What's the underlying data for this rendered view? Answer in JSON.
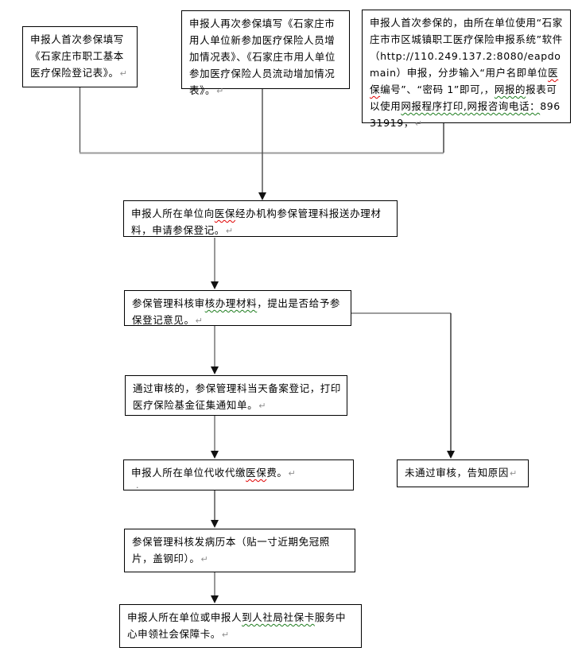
{
  "colors": {
    "background": "#ffffff",
    "box_border": "#000000",
    "connector_line": "#5a5a5a",
    "merge_line": "#9b9b9b",
    "arrowhead": "#111111",
    "spell_error_underline": "#e00000",
    "grammar_error_underline": "#1e7d1e",
    "paragraph_mark": "#8f8f8f"
  },
  "boxes": [
    {
      "name": "first-time-fill-form",
      "segments": [
        {
          "t": "申报人首次参保填写《石家庄市职工基本医疗保险登记表》。"
        },
        {
          "t": "↵",
          "cls": "pilcrow"
        }
      ]
    },
    {
      "name": "repeat-enrollment-forms",
      "segments": [
        {
          "t": "申报人再次参保填写《石家庄市用人单位新参加医疗保险人员增加情况表》、《石家庄市用人单位参加医疗保险人员流动增加情况表》。"
        },
        {
          "t": "↵",
          "cls": "pilcrow"
        }
      ]
    },
    {
      "name": "online-declaration-note",
      "segments": [
        {
          "t": "申报人首次参保的，由所在单位使用“石家庄市市区城镇职工医疗保险申报系统”软件（http://110.249.137.2:8080/eapdomain）申报，分步输入“用户名即单位"
        },
        {
          "t": "医保",
          "cls": "red"
        },
        {
          "t": "编号”、“密码 1”即可,，"
        },
        {
          "t": "网报的",
          "cls": "green"
        },
        {
          "t": "报表可以使用"
        },
        {
          "t": "网报程序打印,",
          "cls": "green"
        },
        {
          "t": "网报咨询电话：",
          "cls": "green"
        },
        {
          "t": "89631919，"
        },
        {
          "t": "↵",
          "cls": "pilcrow"
        }
      ]
    },
    {
      "name": "submit-materials",
      "segments": [
        {
          "t": "申报人所在单位向"
        },
        {
          "t": "医保",
          "cls": "red"
        },
        {
          "t": "经办机构参保管理科报送办理材料，申请参保登记。"
        },
        {
          "t": "↵",
          "cls": "pilcrow"
        }
      ]
    },
    {
      "name": "review-materials",
      "segments": [
        {
          "t": "参保管理科核审"
        },
        {
          "t": "核办理材料",
          "cls": "green"
        },
        {
          "t": "，提出是否给予参保登记意见。"
        },
        {
          "t": "↵",
          "cls": "pilcrow"
        }
      ]
    },
    {
      "name": "approved-registration",
      "segments": [
        {
          "t": "通过审核的，参保管理科当天备案登记，打印医疗保险基金征集通知单。"
        },
        {
          "t": "↵",
          "cls": "pilcrow"
        }
      ]
    },
    {
      "name": "unit-collect-fees",
      "segments": [
        {
          "t": "申报人所在单位代收代缴"
        },
        {
          "t": "医保",
          "cls": "red"
        },
        {
          "t": "费。"
        },
        {
          "t": "↵",
          "cls": "pilcrow"
        }
      ],
      "footnote": "."
    },
    {
      "name": "rejected-notice",
      "segments": [
        {
          "t": "未通过审核，告知原因"
        },
        {
          "t": "↵",
          "cls": "pilcrow"
        }
      ]
    },
    {
      "name": "issue-medical-record-book",
      "segments": [
        {
          "t": "参保管理科核发病历本（贴一寸近期免冠照片，盖钢印）。"
        },
        {
          "t": "↵",
          "cls": "pilcrow"
        }
      ]
    },
    {
      "name": "apply-social-security-card",
      "segments": [
        {
          "t": "申报人所在单位或申报人"
        },
        {
          "t": "到人社局社保卡",
          "cls": "green"
        },
        {
          "t": "服务中心申领社会保障卡。"
        },
        {
          "t": "↵",
          "cls": "pilcrow"
        }
      ]
    }
  ]
}
